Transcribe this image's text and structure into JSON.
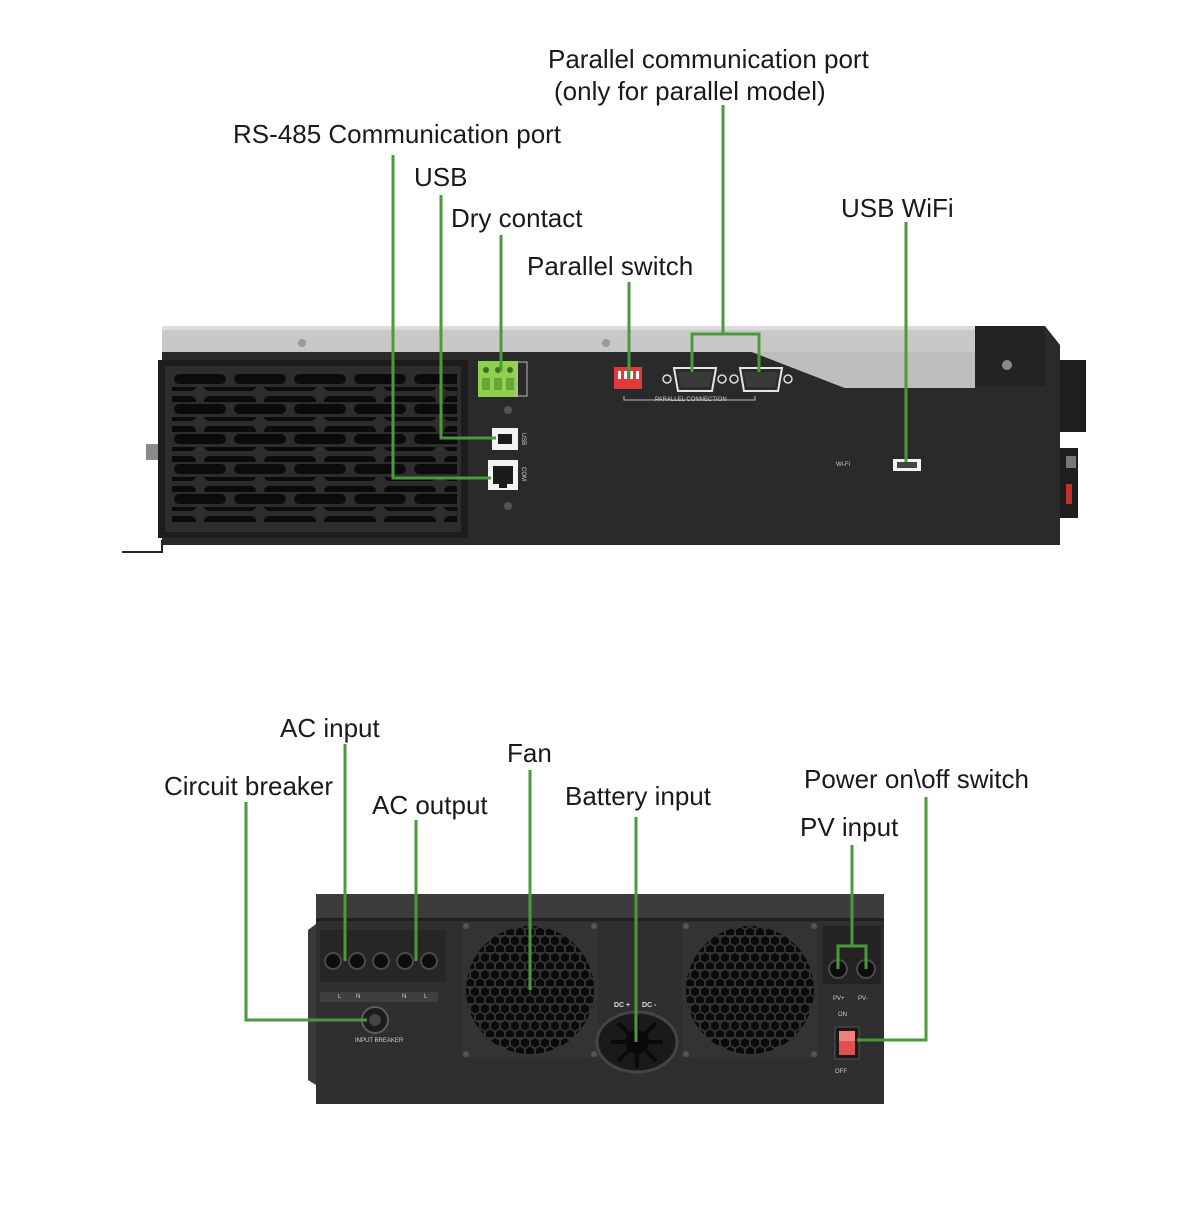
{
  "top_view": {
    "callouts": {
      "parallel_comm_port_line1": "Parallel communication port",
      "parallel_comm_port_line2": "(only for parallel model)",
      "rs485_port": "RS-485 Communication port",
      "usb": "USB",
      "dry_contact": "Dry contact",
      "parallel_switch": "Parallel switch",
      "usb_wifi": "USB WiFi"
    },
    "panel_text": {
      "parallel_connection": "PARALLEL CONNECTION",
      "wifi": "Wi-Fi",
      "usb_port": "USB",
      "com_port": "COM"
    }
  },
  "bottom_view": {
    "callouts": {
      "ac_input": "AC input",
      "fan": "Fan",
      "power_switch": "Power on\\off switch",
      "circuit_breaker": "Circuit breaker",
      "ac_output": "AC output",
      "battery_input": "Battery input",
      "pv_input": "PV input"
    },
    "panel_text": {
      "input_breaker": "INPUT BREAKER",
      "terminal_labels": [
        "L",
        "N",
        "N",
        "L"
      ],
      "dc_plus": "DC +",
      "dc_minus": "DC -",
      "pv_plus": "PV+",
      "pv_minus": "PV-",
      "on": "ON",
      "off": "OFF"
    }
  },
  "colors": {
    "callout_line": "#4a9a3a",
    "device_body": "#2b2b2b",
    "device_top": "#c9c9c9",
    "dry_contact": "#8fd14f",
    "parallel_switch": "#e23a3a"
  }
}
